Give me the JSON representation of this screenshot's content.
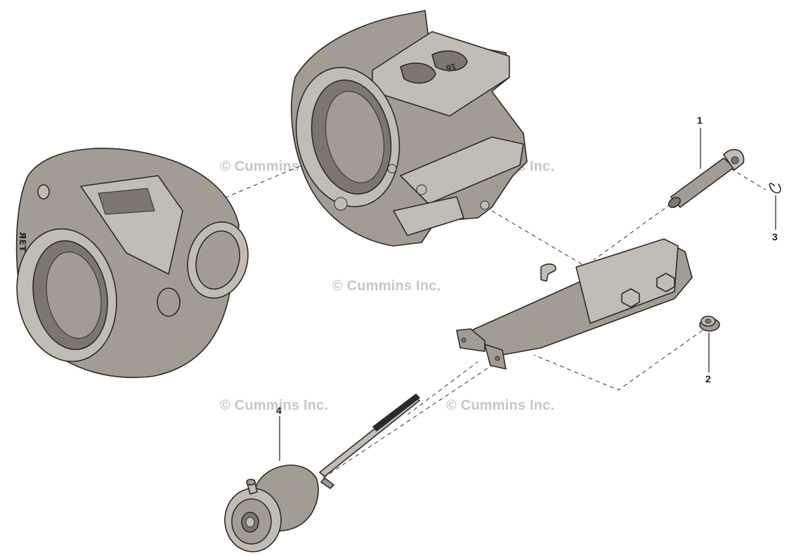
{
  "watermark_text": "© Cummins Inc.",
  "callouts": {
    "c1": "1",
    "c2": "2",
    "c3": "3",
    "c4": "4"
  },
  "casting_text_compressor": "ᴙᴇᴛ",
  "casting_text_turbine": "16",
  "colors": {
    "part_body": "#a39c95",
    "part_light": "#c2bcb6",
    "part_dark": "#7d766f",
    "outline": "#2c2a28",
    "watermark": "#c9c6c3"
  }
}
